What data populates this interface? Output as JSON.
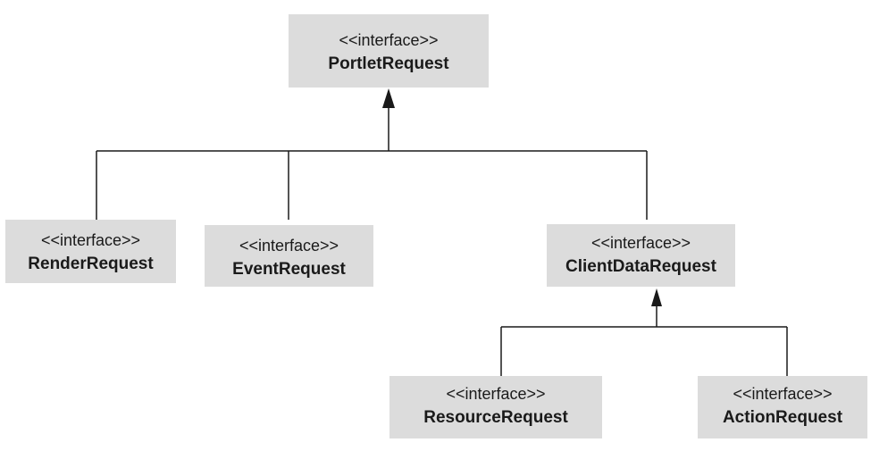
{
  "diagram": {
    "nodes": [
      {
        "id": "portlet",
        "stereotype": "<<interface>>",
        "name": "PortletRequest"
      },
      {
        "id": "render",
        "stereotype": "<<interface>>",
        "name": "RenderRequest"
      },
      {
        "id": "event",
        "stereotype": "<<interface>>",
        "name": "EventRequest"
      },
      {
        "id": "clientdata",
        "stereotype": "<<interface>>",
        "name": "ClientDataRequest"
      },
      {
        "id": "resource",
        "stereotype": "<<interface>>",
        "name": "ResourceRequest"
      },
      {
        "id": "action",
        "stereotype": "<<interface>>",
        "name": "ActionRequest"
      }
    ],
    "edges": [
      {
        "from": "render",
        "to": "portlet",
        "type": "generalization"
      },
      {
        "from": "event",
        "to": "portlet",
        "type": "generalization"
      },
      {
        "from": "clientdata",
        "to": "portlet",
        "type": "generalization"
      },
      {
        "from": "resource",
        "to": "clientdata",
        "type": "generalization"
      },
      {
        "from": "action",
        "to": "clientdata",
        "type": "generalization"
      }
    ],
    "colors": {
      "node_fill": "#dcdcdc",
      "line": "#1a1a1a",
      "text": "#1a1a1a"
    }
  }
}
